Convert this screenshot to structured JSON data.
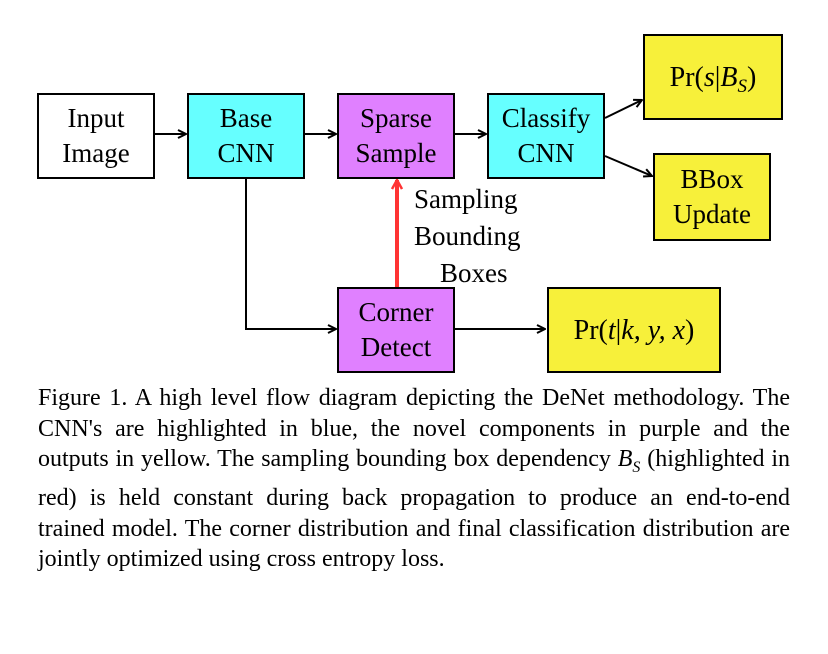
{
  "nodes": {
    "input_image": {
      "line1": "Input",
      "line2": "Image"
    },
    "base_cnn": {
      "line1": "Base",
      "line2": "CNN"
    },
    "sparse_sample": {
      "line1": "Sparse",
      "line2": "Sample"
    },
    "classify_cnn": {
      "line1": "Classify",
      "line2": "CNN"
    },
    "corner_detect": {
      "line1": "Corner",
      "line2": "Detect"
    },
    "bbox_update": {
      "line1": "BBox",
      "line2": "Update"
    },
    "pr_s_given_bs": {
      "func": "Pr(",
      "var": "s",
      "bar": "|",
      "cond": "B",
      "sub": "S",
      "close": ")"
    },
    "pr_t_given_kyx": {
      "func": "Pr(",
      "var": "t",
      "bar": "|",
      "cond": "k, y, x",
      "close": ")"
    }
  },
  "edge_label": {
    "line1": "Sampling",
    "line2": "Bounding",
    "line3": "Boxes"
  },
  "colors": {
    "cnn": "#66ffff",
    "novel": "#e080ff",
    "output": "#f7f03a",
    "dependency_arrow": "#ff3333"
  },
  "caption": {
    "text": "Figure 1. A high level flow diagram depicting the DeNet methodology. The CNN's are highlighted in blue, the novel components in purple and the outputs in yellow. The sampling bounding box dependency B_S (highlighted in red) is held constant during back propagation to produce an end-to-end trained model. The corner distribution and final classification distribution are jointly optimized using cross entropy loss."
  }
}
